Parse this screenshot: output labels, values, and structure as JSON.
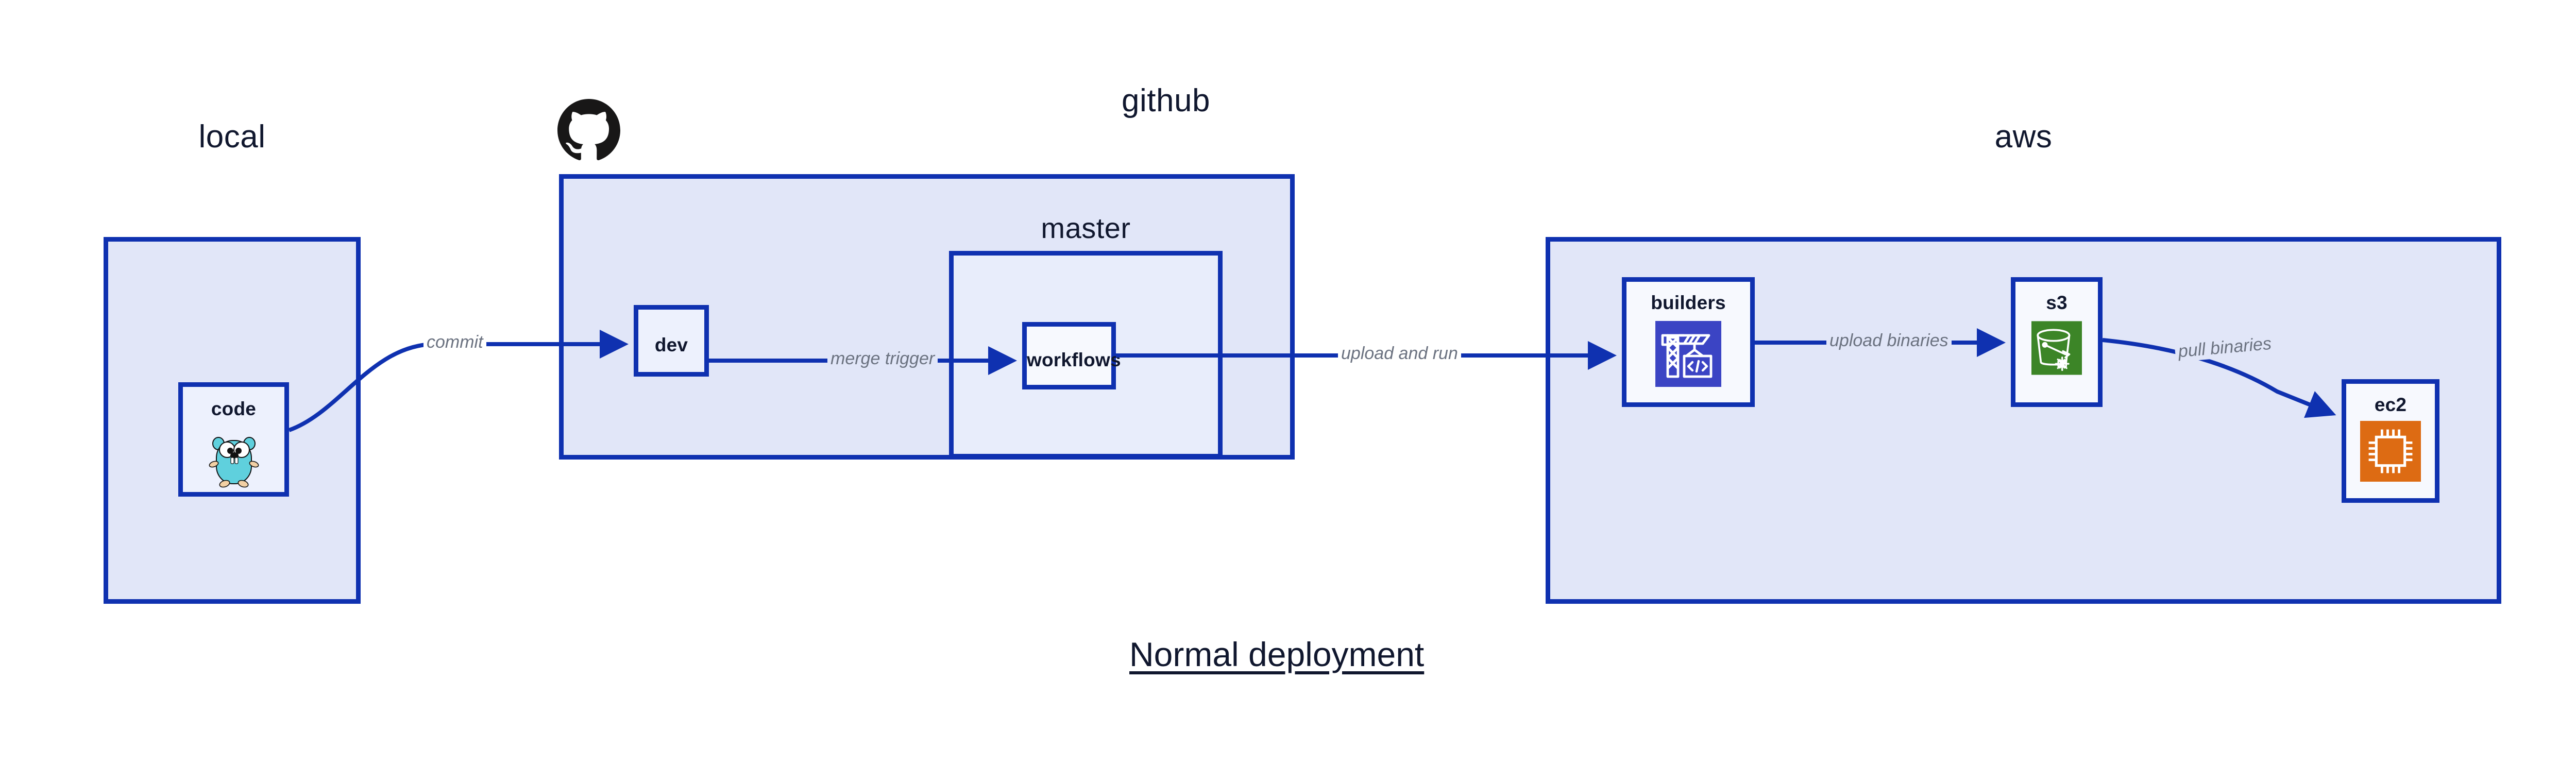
{
  "diagram": {
    "caption": "Normal deployment",
    "accent_color": "#0f31b0",
    "group_fill": "#e1e6f8",
    "node_fill": "#edf1fd",
    "label_color": "#10172e",
    "edge_label_color": "#6b7280"
  },
  "groups": [
    {
      "id": "local",
      "label": "local"
    },
    {
      "id": "github",
      "label": "github"
    },
    {
      "id": "aws",
      "label": "aws"
    }
  ],
  "subgroups": [
    {
      "id": "master",
      "label": "master",
      "parent": "github"
    }
  ],
  "nodes": [
    {
      "id": "code",
      "label": "code",
      "group": "local",
      "icon": "go-gopher-icon",
      "icon_color": "#5fd0dd"
    },
    {
      "id": "dev",
      "label": "dev",
      "group": "github",
      "icon": null,
      "icon_color": null
    },
    {
      "id": "workflows",
      "label": "workflows",
      "group": "master",
      "icon": null,
      "icon_color": null
    },
    {
      "id": "builders",
      "label": "builders",
      "group": "aws",
      "icon": "aws-codebuild-icon",
      "icon_color": "#3b44c4"
    },
    {
      "id": "s3",
      "label": "s3",
      "group": "aws",
      "icon": "aws-s3-glacier-icon",
      "icon_color": "#3c8527"
    },
    {
      "id": "ec2",
      "label": "ec2",
      "group": "aws",
      "icon": "aws-ec2-icon",
      "icon_color": "#dd6b13"
    }
  ],
  "edges": [
    {
      "id": "commit",
      "label": "commit",
      "from": "code",
      "to": "dev"
    },
    {
      "id": "merge-trigger",
      "label": "merge trigger",
      "from": "dev",
      "to": "workflows"
    },
    {
      "id": "upload-and-run",
      "label": "upload and run",
      "from": "workflows",
      "to": "builders"
    },
    {
      "id": "upload-binaries",
      "label": "upload binaries",
      "from": "builders",
      "to": "s3"
    },
    {
      "id": "pull-binaries",
      "label": "pull binaries",
      "from": "s3",
      "to": "ec2"
    }
  ],
  "logos": [
    {
      "id": "github-logo",
      "name": "github-octocat-logo",
      "color": "#181717"
    }
  ]
}
